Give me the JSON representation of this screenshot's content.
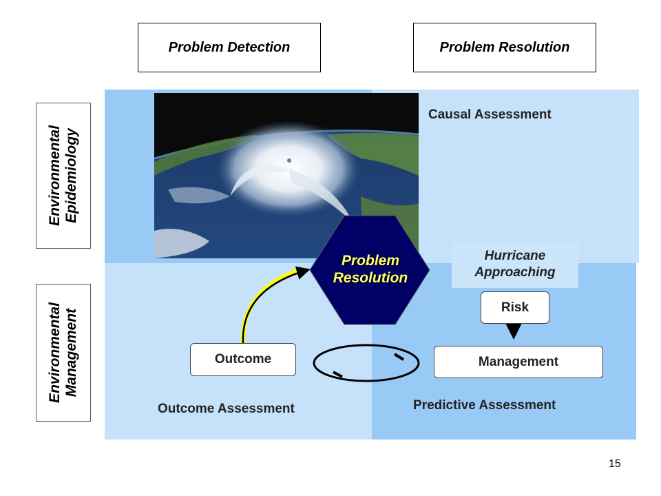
{
  "headers": {
    "detection": "Problem Detection",
    "resolution": "Problem Resolution"
  },
  "side_labels": {
    "epidemiology": [
      "Environmental",
      "Epidemiology"
    ],
    "management": [
      "Environmental",
      "Management"
    ]
  },
  "quadrants": {
    "causal": "Causal Assessment",
    "outcome": "Outcome Assessment",
    "predictive": "Predictive Assessment"
  },
  "hexagon": [
    "Problem",
    "Resolution"
  ],
  "hurricane_tab": [
    "Hurricane",
    "Approaching"
  ],
  "boxes": {
    "risk": "Risk",
    "management": "Management",
    "outcome": "Outcome"
  },
  "page_number": "15",
  "colors": {
    "dark_blue_quadrant": "#99caf6",
    "light_blue_quadrant": "#c6e2fb",
    "hexagon_fill": "#000066",
    "hexagon_text": "#ffff66",
    "arrow_highlight": "#ffff00"
  }
}
